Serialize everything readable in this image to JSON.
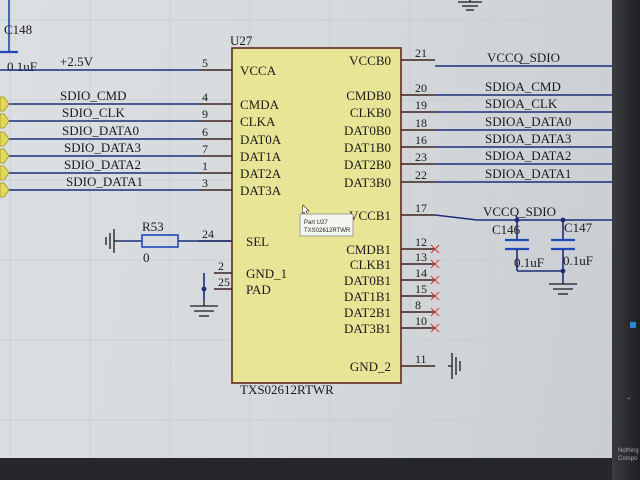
{
  "component": {
    "designator": "U27",
    "part_number": "TXS02612RTWR",
    "left_pins": [
      {
        "number": "5",
        "name": "VCCA"
      },
      {
        "number": "4",
        "name": "CMDA"
      },
      {
        "number": "9",
        "name": "CLKA"
      },
      {
        "number": "6",
        "name": "DAT0A"
      },
      {
        "number": "7",
        "name": "DAT1A"
      },
      {
        "number": "1",
        "name": "DAT2A"
      },
      {
        "number": "3",
        "name": "DAT3A"
      },
      {
        "number": "24",
        "name": "SEL"
      },
      {
        "number": "2",
        "name": "GND_1"
      },
      {
        "number": "25",
        "name": "PAD"
      }
    ],
    "right_pins": [
      {
        "number": "21",
        "name": "VCCB0"
      },
      {
        "number": "20",
        "name": "CMDB0"
      },
      {
        "number": "19",
        "name": "CLKB0"
      },
      {
        "number": "18",
        "name": "DAT0B0"
      },
      {
        "number": "16",
        "name": "DAT1B0"
      },
      {
        "number": "23",
        "name": "DAT2B0"
      },
      {
        "number": "22",
        "name": "DAT3B0"
      },
      {
        "number": "17",
        "name": "VCCB1"
      },
      {
        "number": "12",
        "name": "CMDB1"
      },
      {
        "number": "13",
        "name": "CLKB1"
      },
      {
        "number": "14",
        "name": "DAT0B1"
      },
      {
        "number": "15",
        "name": "DAT1B1"
      },
      {
        "number": "8",
        "name": "DAT2B1"
      },
      {
        "number": "10",
        "name": "DAT3B1"
      },
      {
        "number": "11",
        "name": "GND_2"
      }
    ]
  },
  "left_nets": [
    "+2.5V",
    "SDIO_CMD",
    "SDIO_CLK",
    "SDIO_DATA0",
    "SDIO_DATA3",
    "SDIO_DATA2",
    "SDIO_DATA1"
  ],
  "right_nets": [
    "VCCQ_SDIO",
    "SDIOA_CMD",
    "SDIOA_CLK",
    "SDIOA_DATA0",
    "SDIOA_DATA3",
    "SDIOA_DATA2",
    "SDIOA_DATA1"
  ],
  "vccq_net_lower": "VCCQ_SDIO",
  "capacitors": [
    {
      "designator": "C148",
      "value": "0.1uF"
    },
    {
      "designator": "C146",
      "value": "0.1uF"
    },
    {
      "designator": "C147",
      "value": "0.1uF"
    }
  ],
  "resistor": {
    "designator": "R53",
    "value": "0"
  },
  "tooltip": {
    "line1": "Part U27",
    "line2": "TXS02612RTWR"
  },
  "status_text": "Nothing\nCompo",
  "colors": {
    "wire": "#1c2e78",
    "component_body": "#e9e596",
    "component_outline": "#5b2a22",
    "no_connect": "#d23a3a",
    "port": "#e3d85a",
    "capacitor": "#1f48b8"
  }
}
